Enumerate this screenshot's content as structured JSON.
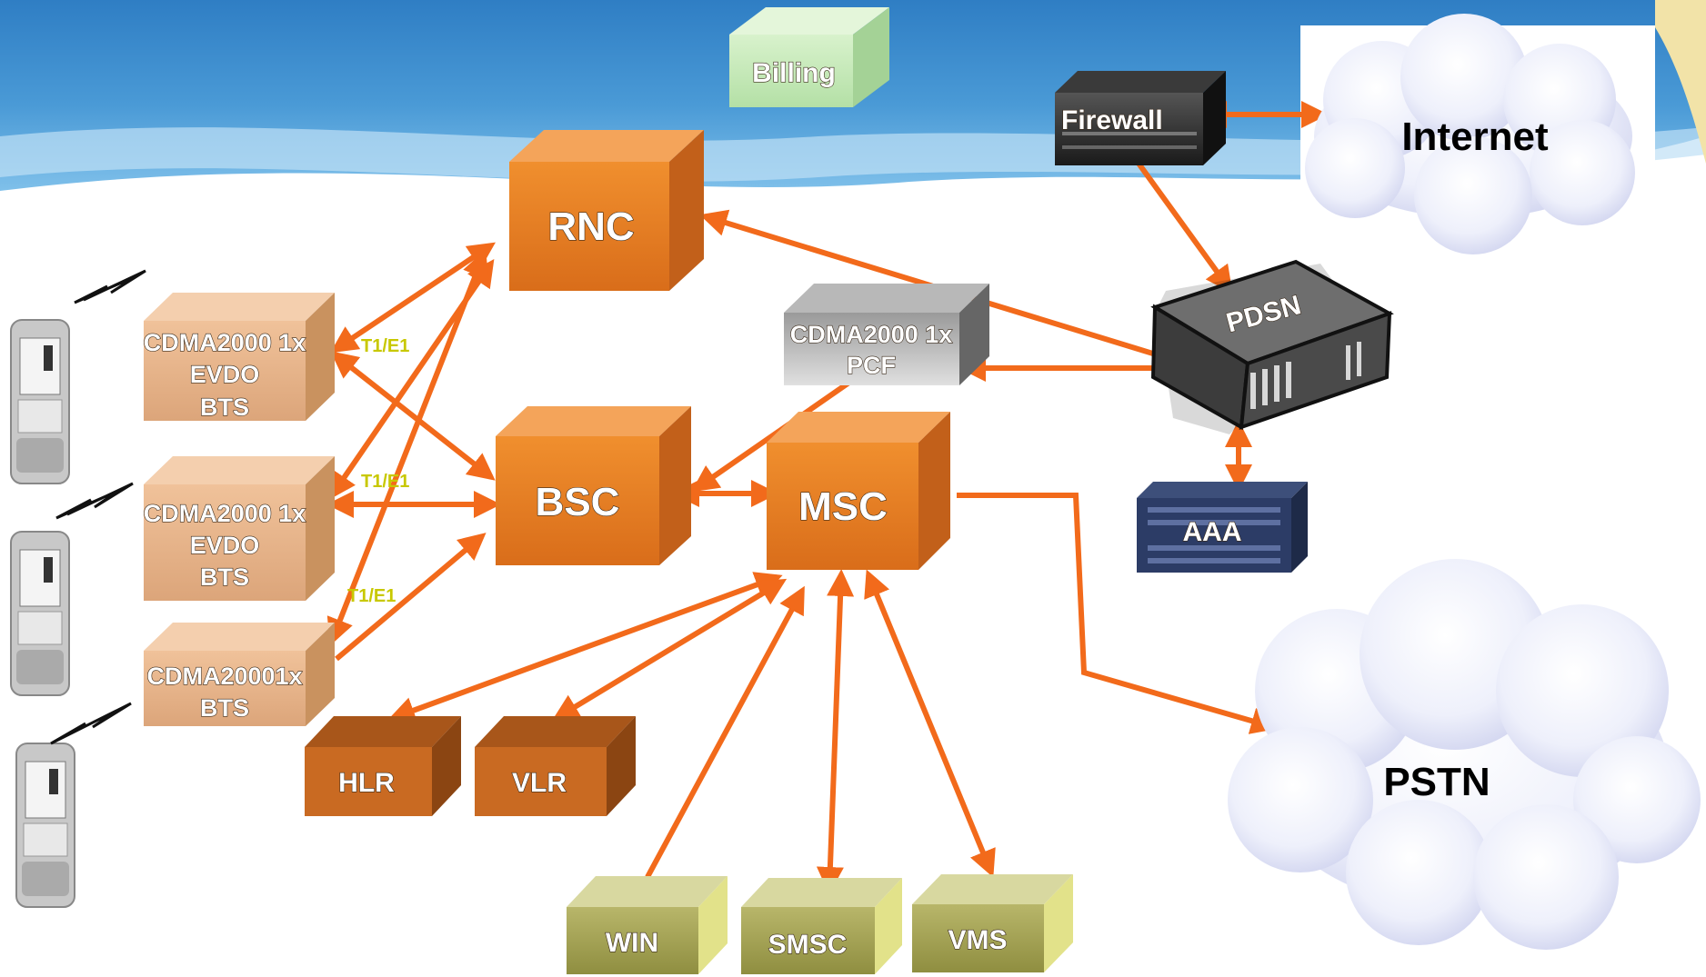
{
  "colors": {
    "orange_box": "#e07a22",
    "tan_box": "#e6b48a",
    "brown_box": "#c96a22",
    "olive_box": "#a9a85a",
    "green_box": "#c4e8b8",
    "gray_box": "#8a8a8a",
    "arrow": "#f26a1b",
    "link_label": "#c8c800"
  },
  "nodes": {
    "billing": "Billing",
    "rnc": "RNC",
    "bsc": "BSC",
    "msc": "MSC",
    "pcf_line1": "CDMA2000 1x",
    "pcf_line2": "PCF",
    "bts1_line1": "CDMA2000 1x",
    "bts1_line2": "EVDO",
    "bts1_line3": "BTS",
    "bts2_line1": "CDMA2000 1x",
    "bts2_line2": "EVDO",
    "bts2_line3": "BTS",
    "bts3_line1": "CDMA20001x",
    "bts3_line2": "BTS",
    "hlr": "HLR",
    "vlr": "VLR",
    "win": "WIN",
    "smsc": "SMSC",
    "vms": "VMS",
    "firewall": "Firewall",
    "pdsn": "PDSN",
    "aaa": "AAA",
    "internet": "Internet",
    "pstn": "PSTN"
  },
  "links": {
    "t1e1_a": "T1/E1",
    "t1e1_b": "T1/E1",
    "t1e1_c": "T1/E1"
  },
  "icons": {
    "handset": "phone-icon",
    "signal": "lightning-icon",
    "cloud": "cloud-icon",
    "server": "server-icon"
  }
}
